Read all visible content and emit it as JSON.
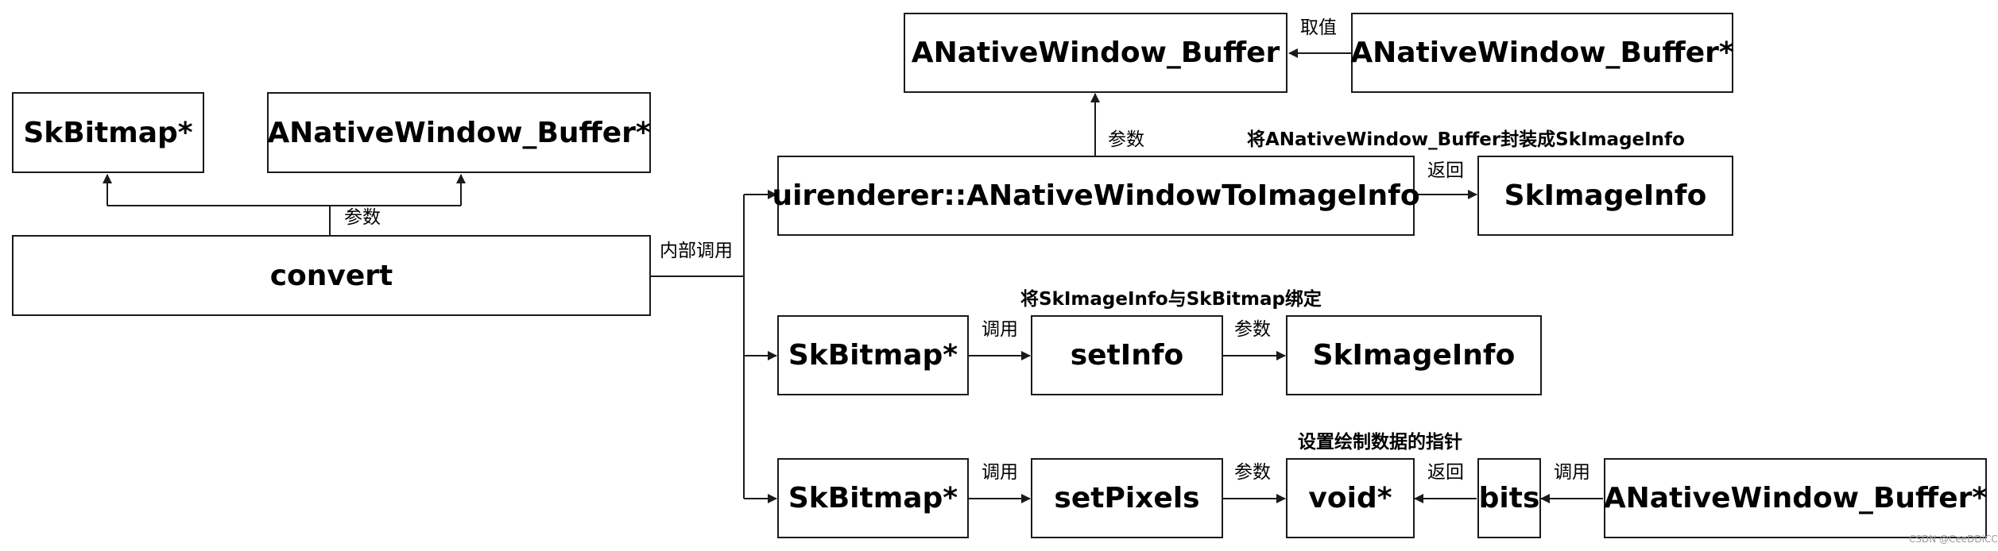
{
  "nodes": {
    "convert": "convert",
    "skbitmap_top": "SkBitmap*",
    "anwb_ptr_left": "ANativeWindow_Buffer*",
    "to_image_info": "uirenderer::ANativeWindowToImageInfo",
    "anwb_struct": "ANativeWindow_Buffer",
    "anwb_ptr_top_right": "ANativeWindow_Buffer*",
    "skimageinfo_return": "SkImageInfo",
    "skbitmap_row2": "SkBitmap*",
    "setinfo": "setInfo",
    "skimageinfo_param": "SkImageInfo",
    "skbitmap_row3": "SkBitmap*",
    "setpixels": "setPixels",
    "void_ptr": "void*",
    "bits": "bits",
    "anwb_ptr_bottom": "ANativeWindow_Buffer*"
  },
  "edge_labels": {
    "convert_params": "参数",
    "internal_call": "内部调用",
    "to_info_param": "参数",
    "take_value": "取值",
    "return_info": "返回",
    "call_setinfo": "调用",
    "setinfo_param": "参数",
    "call_setpixels": "调用",
    "setpixels_param": "参数",
    "bits_return": "返回",
    "call_bits": "调用"
  },
  "notes": {
    "wrap_note": "将ANativeWindow_Buffer封装成SkImageInfo",
    "bind_note": "将SkImageInfo与SkBitmap绑定",
    "pointer_note": "设置绘制数据的指针"
  },
  "watermark": "CSDN @CeeDDiCC"
}
